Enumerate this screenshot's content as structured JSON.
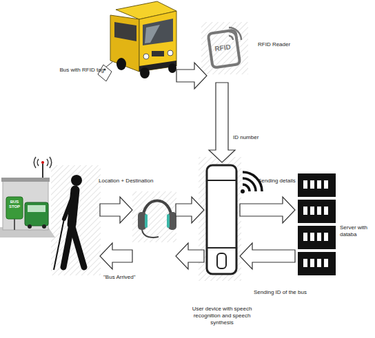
{
  "diagram": {
    "nodes": [
      {
        "text": [
          "Bus with RFID tag"
        ]
      },
      {
        "text": [
          "RFID Reader"
        ]
      },
      {
        "text": []
      },
      {
        "text": []
      },
      {
        "text": [
          "User device with speech recognition and speech synthesis"
        ]
      },
      {
        "text": [
          "Server with databa"
        ]
      }
    ],
    "edges": [
      {
        "from": 0,
        "to": 1,
        "arrow": "to"
      },
      {
        "from": 1,
        "to": 4,
        "label": "ID number",
        "arrow": "to"
      },
      {
        "from": 2,
        "to": 3,
        "label": "Location + Destination",
        "arrow": "to"
      },
      {
        "from": 3,
        "to": 2,
        "label": "\"Bus Arrived\"",
        "arrow": "to"
      },
      {
        "from": 3,
        "to": 4,
        "arrow": "to"
      },
      {
        "from": 4,
        "to": 3,
        "arrow": "to"
      },
      {
        "from": 4,
        "to": 5,
        "label": "Sending details",
        "arrow": "to"
      },
      {
        "from": 5,
        "to": 4,
        "label": "Sending ID of the bus",
        "arrow": "to"
      }
    ],
    "labels": [
      "RFID",
      "BUS STOP"
    ]
  }
}
